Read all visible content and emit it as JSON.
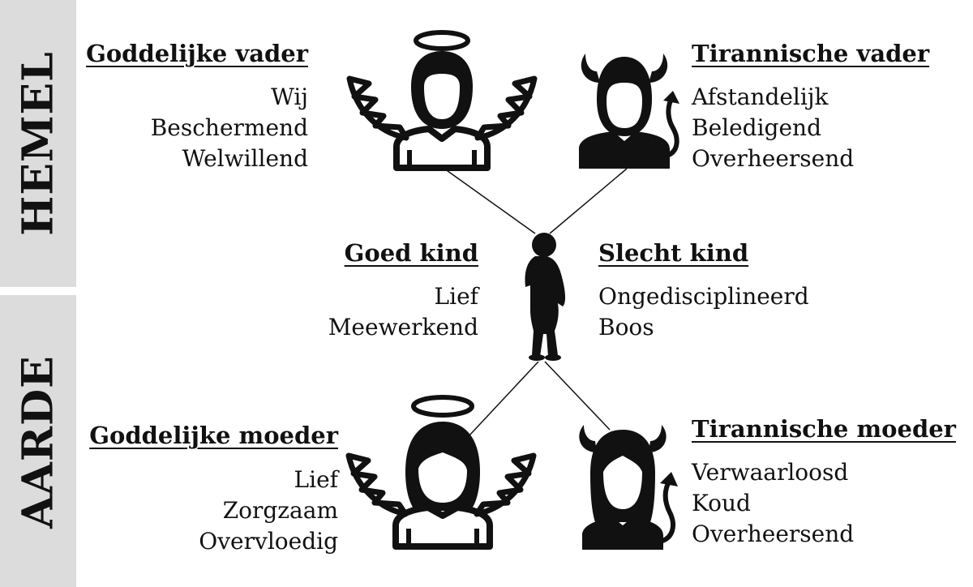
{
  "bands": {
    "top_label": "HEMEL",
    "bottom_label": "AARDE",
    "fill_color": "#dcdcdc"
  },
  "groups": {
    "godly_father": {
      "heading": "Goddelijke vader",
      "traits": [
        "Wij",
        "Beschermend",
        "Welwillend"
      ]
    },
    "tyrannical_father": {
      "heading": "Tirannische vader",
      "traits": [
        "Afstandelijk",
        "Beledigend",
        "Overheersend"
      ]
    },
    "good_child": {
      "heading": "Goed kind",
      "traits": [
        "Lief",
        "Meewerkend"
      ]
    },
    "bad_child": {
      "heading": "Slecht kind",
      "traits": [
        "Ongedisciplineerd",
        "Boos"
      ]
    },
    "godly_mother": {
      "heading": "Goddelijke moeder",
      "traits": [
        "Lief",
        "Zorgzaam",
        "Overvloedig"
      ]
    },
    "tyrannical_mother": {
      "heading": "Tirannische moeder",
      "traits": [
        "Verwaarloosd",
        "Koud",
        "Overheersend"
      ]
    }
  },
  "icons": {
    "angel_father": "angel-icon",
    "devil_father": "devil-icon",
    "child": "child-silhouette-icon",
    "angel_mother": "angel-icon",
    "devil_mother": "devil-icon"
  }
}
